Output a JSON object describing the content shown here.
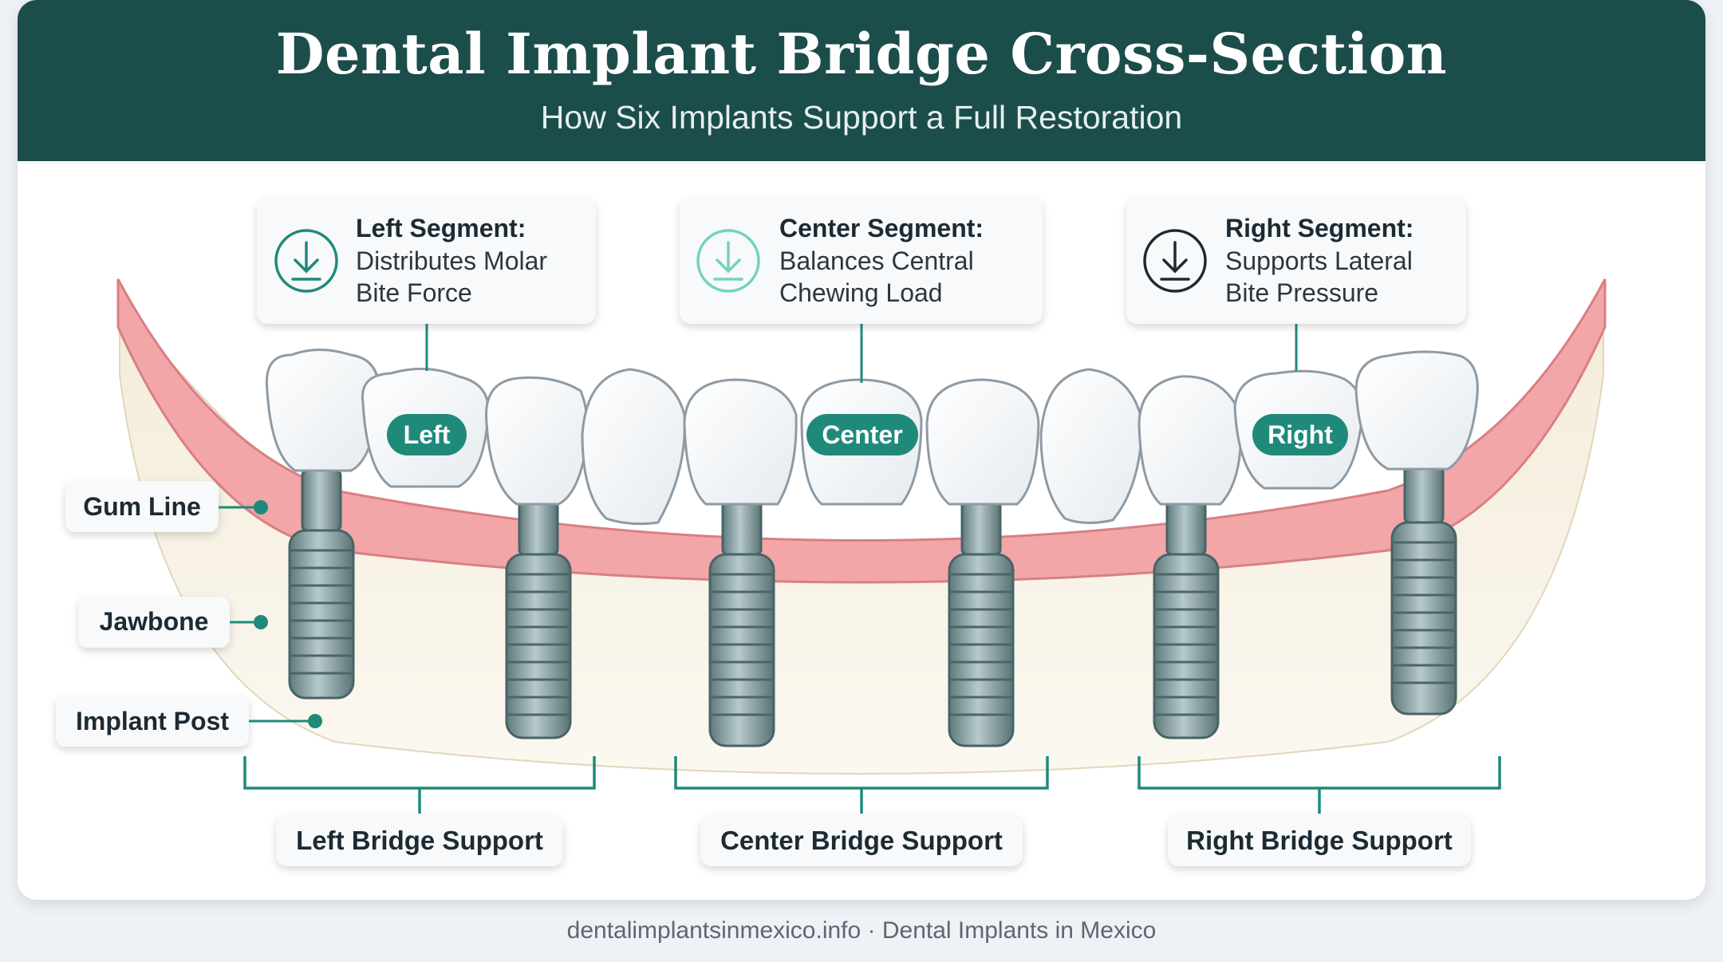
{
  "header": {
    "title": "Dental Implant Bridge Cross-Section",
    "subtitle": "How Six Implants Support a Full Restoration"
  },
  "segments": [
    {
      "heading": "Left Segment:",
      "line1": "Distributes Molar",
      "line2": "Bite Force",
      "badge": "Left",
      "support": "Left Bridge Support",
      "icon": "download-arrow-icon"
    },
    {
      "heading": "Center Segment:",
      "line1": "Balances Central",
      "line2": "Chewing Load",
      "badge": "Center",
      "support": "Center Bridge Support",
      "icon": "download-arrow-icon"
    },
    {
      "heading": "Right Segment:",
      "line1": "Supports Lateral",
      "line2": "Bite Pressure",
      "badge": "Right",
      "support": "Right Bridge Support",
      "icon": "download-arrow-icon"
    }
  ],
  "labels": {
    "gum_line": "Gum Line",
    "jawbone": "Jawbone",
    "implant_post": "Implant Post"
  },
  "footer": "dentalimplantsinmexico.info · Dental Implants in Mexico",
  "colors": {
    "header": "#1b4d4b",
    "accent": "#1f8a7a",
    "gum": "#ef9ea0",
    "bone": "#f3ead6",
    "implant": "#7f979a"
  }
}
